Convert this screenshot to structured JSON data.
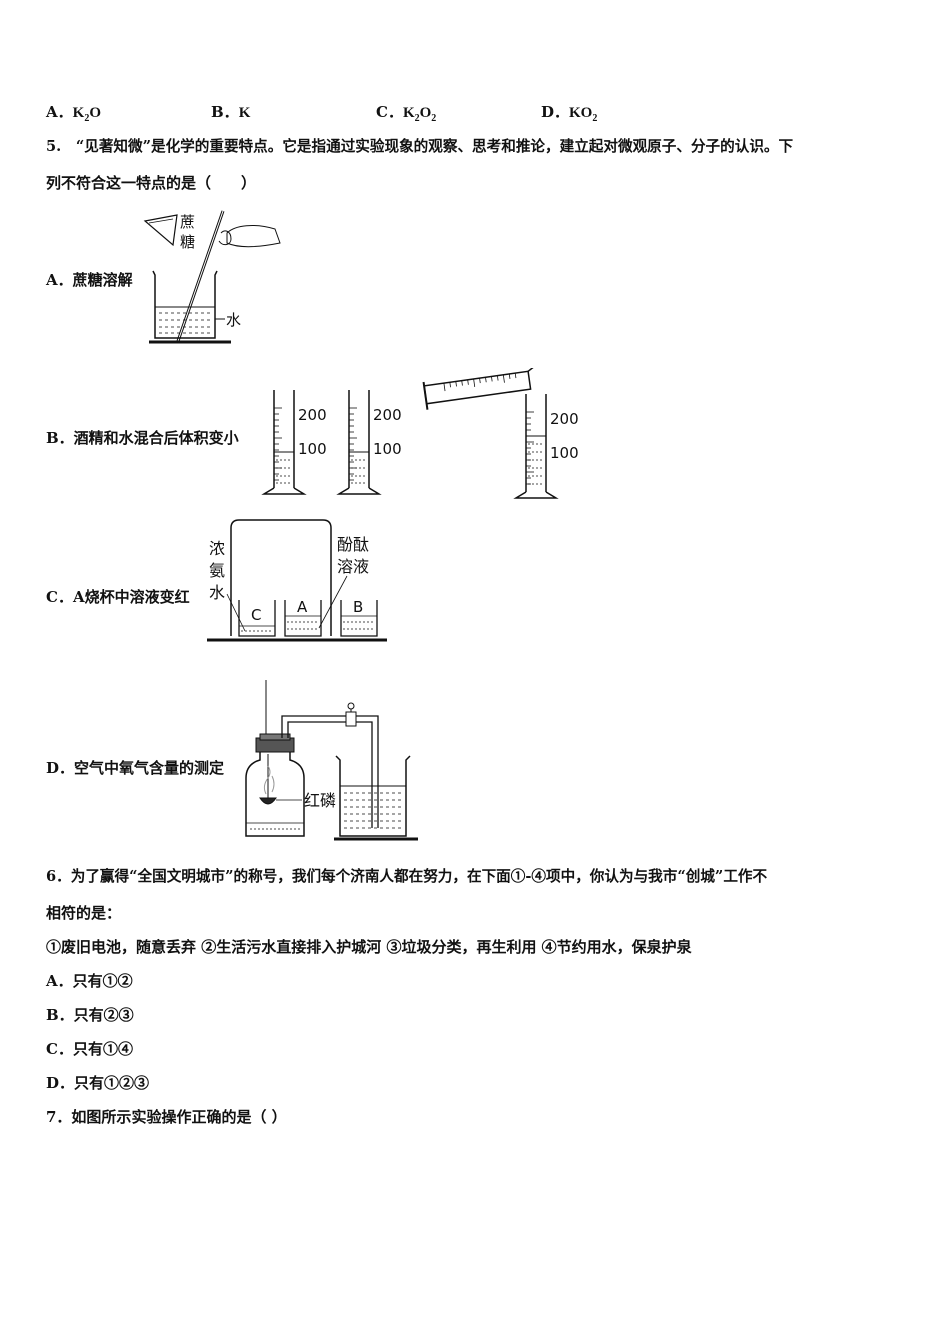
{
  "q4_options": [
    {
      "letter": "A．",
      "formula": "K",
      "sub1": "2",
      "rest": "O",
      "sub2": ""
    },
    {
      "letter": "B．",
      "formula": "K",
      "sub1": "",
      "rest": "",
      "sub2": ""
    },
    {
      "letter": "C．",
      "formula": "K",
      "sub1": "2",
      "rest": "O",
      "sub2": "2"
    },
    {
      "letter": "D．",
      "formula": "KO",
      "sub1": "2",
      "rest": "",
      "sub2": ""
    }
  ],
  "q5": {
    "stem_line1": "5.　“见著知微”是化学的重要特点。它是指通过实验现象的观察、思考和推论，建立起对微观原子、分子的认识。下",
    "stem_line2": "列不符合这一特点的是（　　）",
    "options": {
      "a": "A．蔗糖溶解",
      "b": "B．酒精和水混合后体积变小",
      "c": "C．A烧杯中溶液变红",
      "d": "D．空气中氧气含量的测定"
    },
    "fig_a": {
      "label_sugar_1": "蔗",
      "label_sugar_2": "糖",
      "label_water": "水"
    },
    "fig_b": {
      "mark_200": "200",
      "mark_100": "100"
    },
    "fig_c": {
      "label_ammonia": [
        "浓",
        "氨",
        "水"
      ],
      "label_phenol": [
        "酚酞",
        "溶液"
      ],
      "beaker_c": "C",
      "beaker_a": "A",
      "beaker_b": "B"
    },
    "fig_d": {
      "label_phosphorus": "红磷"
    }
  },
  "q6": {
    "stem_line1": "6．为了赢得“全国文明城市”的称号，我们每个济南人都在努力，在下面①-④项中，你认为与我市“创城”工作不",
    "stem_line2": "相符的是：",
    "items": "①废旧电池，随意丢弃 ②生活污水直接排入护城河 ③垃圾分类，再生利用 ④节约用水，保泉护泉",
    "options": [
      "A．只有①②",
      "B．只有②③",
      "C．只有①④",
      "D．只有①②③"
    ]
  },
  "q7": {
    "stem": "7．如图所示实验操作正确的是（ ）"
  }
}
